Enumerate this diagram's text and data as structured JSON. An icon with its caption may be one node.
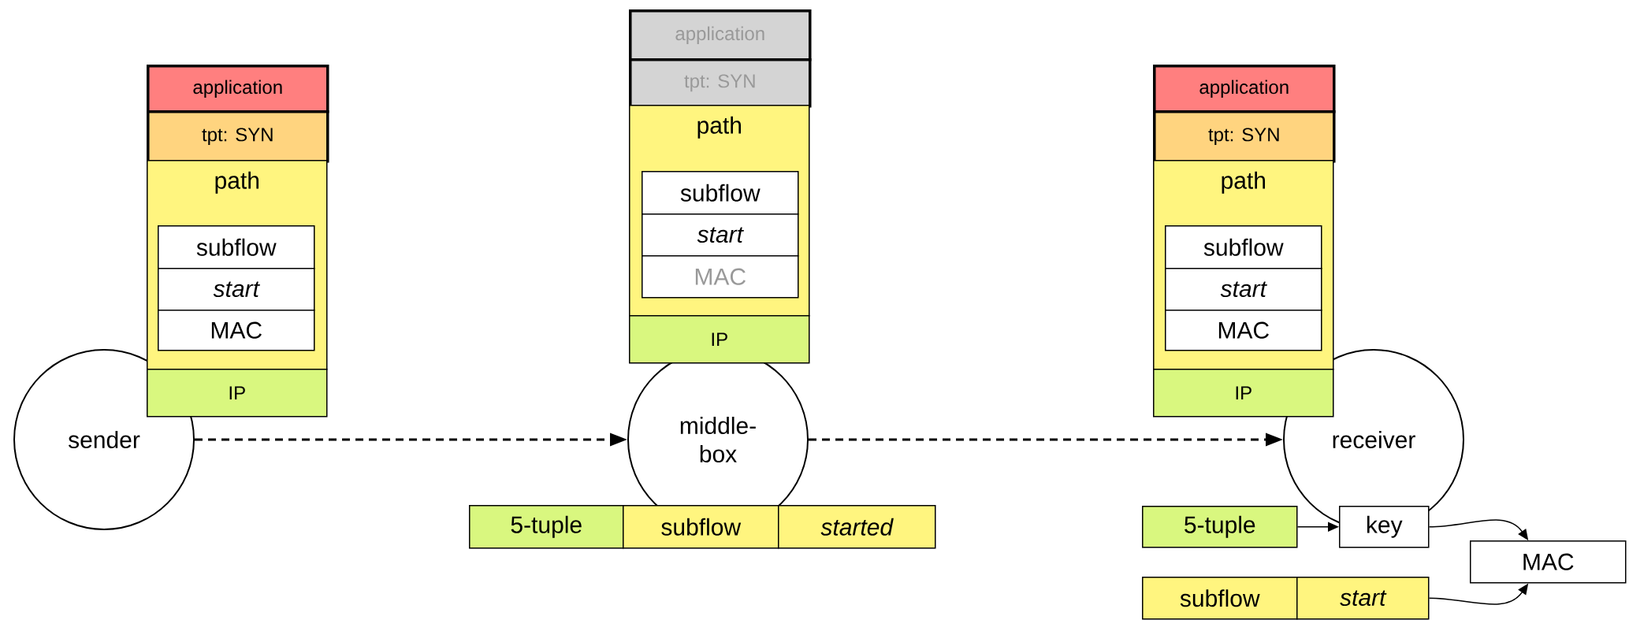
{
  "diagram": {
    "nodes": [
      {
        "text": [
          "application"
        ]
      },
      {
        "text": [
          "tpt: SYN"
        ]
      },
      {
        "text": [
          "path"
        ]
      },
      {
        "text": [
          "subflow"
        ],
        "in": 2
      },
      {
        "text": [
          "start"
        ],
        "in": 2
      },
      {
        "text": [
          "MAC"
        ],
        "in": 2
      },
      {
        "text": [
          "IP"
        ]
      },
      {
        "text": [
          "sender"
        ]
      },
      {
        "text": [
          "application"
        ]
      },
      {
        "text": [
          "tpt: SYN"
        ]
      },
      {
        "text": [
          "path"
        ]
      },
      {
        "text": [
          "subflow"
        ],
        "in": 10
      },
      {
        "text": [
          "start"
        ],
        "in": 10
      },
      {
        "text": [
          "MAC"
        ],
        "in": 10
      },
      {
        "text": [
          "IP"
        ]
      },
      {
        "text": [
          "middle-box"
        ]
      },
      {
        "text": [
          "5-tuple"
        ]
      },
      {
        "text": [
          "subflow"
        ]
      },
      {
        "text": [
          "started"
        ]
      },
      {
        "text": [
          "application"
        ]
      },
      {
        "text": [
          "tpt: SYN"
        ]
      },
      {
        "text": [
          "path"
        ]
      },
      {
        "text": [
          "subflow"
        ],
        "in": 21
      },
      {
        "text": [
          "start"
        ],
        "in": 21
      },
      {
        "text": [
          "MAC"
        ],
        "in": 21
      },
      {
        "text": [
          "IP"
        ]
      },
      {
        "text": [
          "receiver"
        ]
      },
      {
        "text": [
          "5-tuple"
        ]
      },
      {
        "text": [
          "key"
        ]
      },
      {
        "text": [
          "MAC"
        ]
      },
      {
        "text": [
          "subflow"
        ]
      },
      {
        "text": [
          "start"
        ]
      }
    ],
    "edges": [
      {
        "from": 7,
        "to": 15,
        "arrow": "to",
        "style": "dashed"
      },
      {
        "from": 15,
        "to": 26,
        "arrow": "to",
        "style": "dashed"
      },
      {
        "from": 27,
        "to": 28,
        "arrow": "to"
      },
      {
        "from": 28,
        "to": 29,
        "arrow": "to"
      },
      {
        "from": 31,
        "to": 29,
        "arrow": "to"
      }
    ]
  }
}
